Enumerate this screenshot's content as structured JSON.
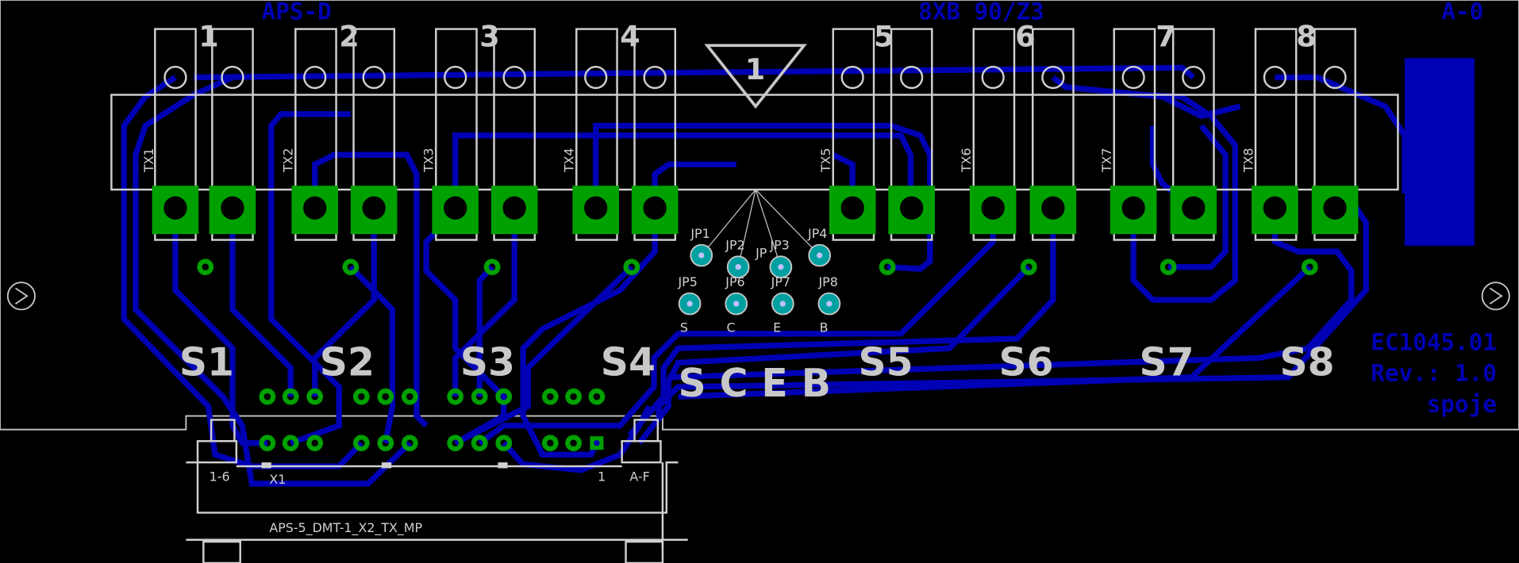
{
  "board": {
    "top_text_left": "APS-D",
    "top_text_mid": "8XB 90/Z3",
    "top_text_right": "A-0",
    "info_lines": [
      "EC1045.01",
      "Rev.: 1.0",
      "spoje"
    ],
    "marker_label": "1"
  },
  "relays": [
    {
      "name": "TX1",
      "num": "1"
    },
    {
      "name": "TX2",
      "num": "2"
    },
    {
      "name": "TX3",
      "num": "3"
    },
    {
      "name": "TX4",
      "num": "4"
    },
    {
      "name": "TX5",
      "num": "5"
    },
    {
      "name": "TX6",
      "num": "6"
    },
    {
      "name": "TX7",
      "num": "7"
    },
    {
      "name": "TX8",
      "num": "8"
    }
  ],
  "switch_labels": [
    "S1",
    "S2",
    "S3",
    "S4",
    "S5",
    "S6",
    "S7",
    "S8"
  ],
  "sceb_label": "S C E B",
  "jumpers": [
    "JP1",
    "JP2",
    "JP3",
    "JP4",
    "JP5",
    "JP6",
    "JP7",
    "JP8"
  ],
  "jumper_pins": [
    "S",
    "C",
    "E",
    "B"
  ],
  "jumper_extra": "JP",
  "connector": {
    "name": "X1",
    "left_label": "1-6",
    "right_label": "A-F",
    "pin1_label": "1",
    "value": "APS-5_DMT-1_X2_TX_MP"
  },
  "colors": {
    "top_copper": "#0000b4",
    "pads": "#00a000",
    "silk": "#d0d0d0",
    "background": "#000000"
  }
}
